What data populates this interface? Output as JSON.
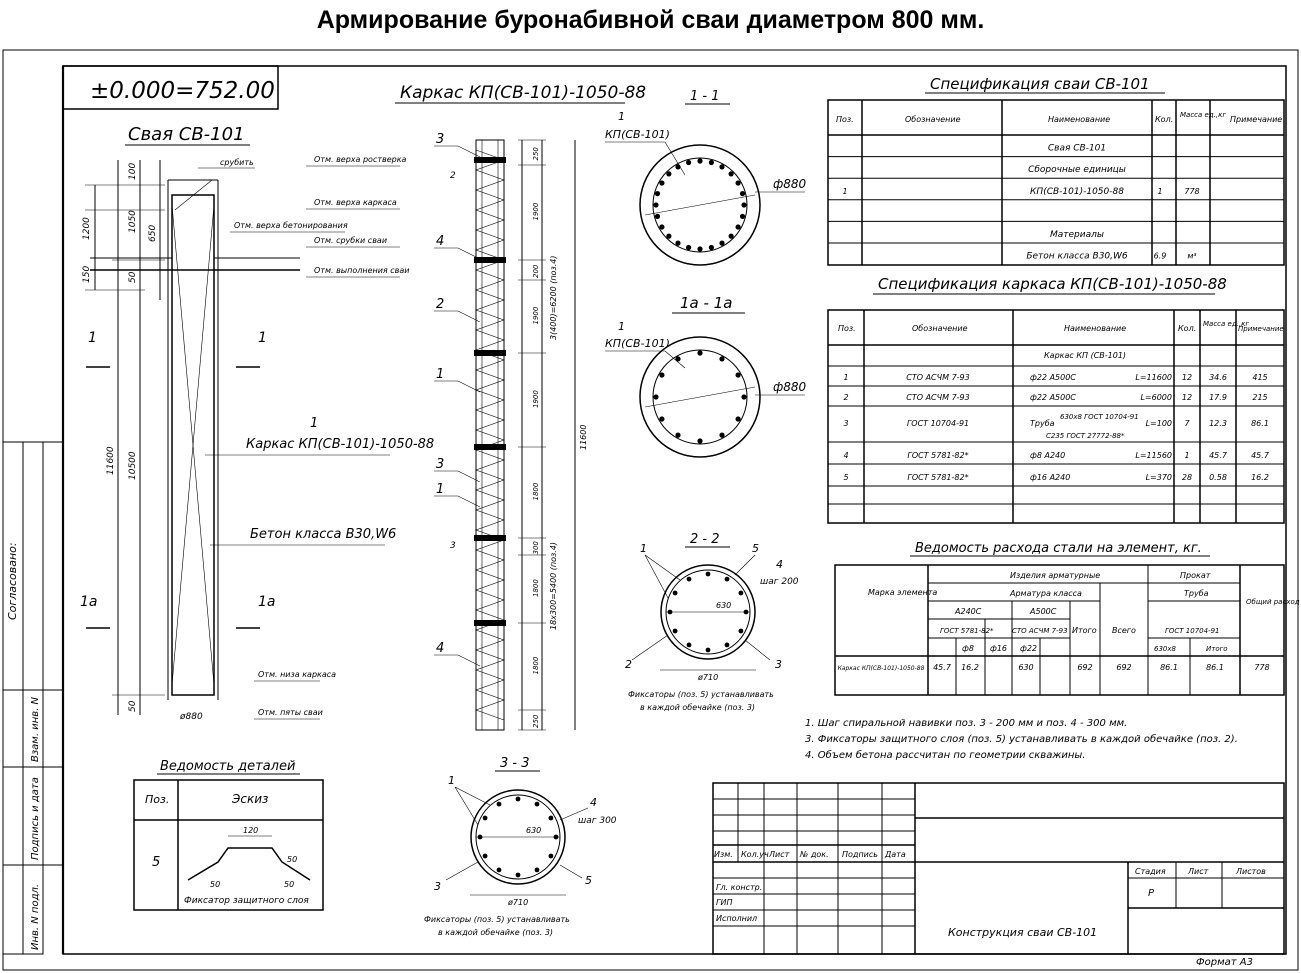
{
  "title": "Армирование буронабивной сваи диаметром 800 мм.",
  "level_mark": "±0.000=752.00",
  "pile": {
    "title": "Свая СВ-101",
    "annotations": [
      "Отм. верха ростверка",
      "Отм. верха каркаса",
      "Отм. верха бетонирования",
      "Отм. срубки сваи",
      "Отм. выполнения сваи",
      "Отм. низа каркаса",
      "Отм. пяты сваи"
    ],
    "top_label": "срубить",
    "dims_outer": [
      "1200",
      "150",
      "11600"
    ],
    "dims_inner": [
      "100",
      "1050",
      "650",
      "50",
      "10500",
      "50"
    ],
    "callout_num": "1",
    "callout_text": "Каркас КП(СВ-101)-1050-88",
    "concrete": "Бетон класса В30,W6",
    "diameter": "ø880",
    "section_marks": [
      "1",
      "1",
      "1а",
      "1а"
    ]
  },
  "cage": {
    "title": "Каркас КП(СВ-101)-1050-88",
    "pos_labels": [
      "3",
      "4",
      "2",
      "1",
      "3",
      "1",
      "4"
    ],
    "section_marks": [
      "2",
      "3"
    ],
    "dims": [
      "250",
      "1900",
      "200",
      "1900",
      "1900",
      "1800",
      "300",
      "1800",
      "1800",
      "250"
    ],
    "long_dims": [
      "3(400)=6200 (поз.4)",
      "18х300=5400 (поз.4)",
      "11600"
    ]
  },
  "sections": {
    "s11": {
      "label": "1 - 1",
      "callout": "КП(СВ-101)",
      "num": "1",
      "dia": "ф880"
    },
    "s1a": {
      "label": "1а - 1а",
      "callout": "КП(СВ-101)",
      "num": "1",
      "dia": "ф880"
    },
    "s22": {
      "label": "2 - 2",
      "nums": [
        "1",
        "5",
        "4",
        "2",
        "3"
      ],
      "step": "шаг 200",
      "dim": "ø710",
      "inner": "630",
      "note1": "Фиксаторы (поз. 5) устанавливать",
      "note2": "в каждой обечайке (поз. 3)"
    },
    "s33": {
      "label": "3 - 3",
      "nums": [
        "1",
        "4",
        "3",
        "5"
      ],
      "step": "шаг 300",
      "dim": "ø710",
      "inner": "630",
      "note1": "Фиксаторы (поз. 5) устанавливать",
      "note2": "в каждой обечайке (поз. 3)"
    }
  },
  "spec_pile": {
    "title": "Спецификация сваи СВ-101",
    "headers": [
      "Поз.",
      "Обозначение",
      "Наименование",
      "Кол.",
      "Масса ед.,кг",
      "Примечание"
    ],
    "rows": [
      [
        "",
        "",
        "Свая СВ-101",
        "",
        "",
        ""
      ],
      [
        "",
        "",
        "Сборочные единицы",
        "",
        "",
        ""
      ],
      [
        "1",
        "",
        "КП(СВ-101)-1050-88",
        "1",
        "778",
        ""
      ],
      [
        "",
        "",
        "",
        "",
        "",
        ""
      ],
      [
        "",
        "",
        "Материалы",
        "",
        "",
        ""
      ],
      [
        "",
        "",
        "Бетон класса В30,W6",
        "6.9",
        "м³",
        ""
      ]
    ]
  },
  "spec_cage": {
    "title": "Спецификация каркаса КП(СВ-101)-1050-88",
    "headers": [
      "Поз.",
      "Обозначение",
      "Наименование",
      "Кол.",
      "Масса ед.,кг",
      "Примечание"
    ],
    "subtitle": "Каркас КП (СВ-101)",
    "rows": [
      [
        "1",
        "СТО АСЧМ 7-93",
        "ф22 А500С",
        "L=11600",
        "12",
        "34.6",
        "415"
      ],
      [
        "2",
        "СТО АСЧМ 7-93",
        "ф22 А500С",
        "L=6000",
        "12",
        "17.9",
        "215"
      ],
      [
        "3",
        "ГОСТ 10704-91",
        "Труба 630х8 ГОСТ 10704-91 / С235 ГОСТ 27772-88*",
        "L=100",
        "7",
        "12.3",
        "86.1"
      ],
      [
        "4",
        "ГОСТ 5781-82*",
        "ф8 А240",
        "L=11560",
        "1",
        "45.7",
        "45.7"
      ],
      [
        "5",
        "ГОСТ 5781-82*",
        "ф16 А240",
        "L=370",
        "28",
        "0.58",
        "16.2"
      ]
    ]
  },
  "steel": {
    "title": "Ведомость расхода стали на элемент, кг.",
    "h_mark": "Марка элемента",
    "h_items": "Изделия арматурные",
    "h_rebar": "Арматура класса",
    "h_a240": "А240С",
    "h_a500": "А500С",
    "h_gost1": "ГОСТ 5781-82*",
    "h_gost2": "СТО АСЧМ 7-93",
    "h_f8": "ф8",
    "h_f16": "ф16",
    "h_f22": "ф22",
    "h_itogo": "Итого",
    "h_vsego": "Всего",
    "h_prokat": "Прокат",
    "h_truba": "Труба",
    "h_gost3": "ГОСТ 10704-91",
    "h_630": "630х8",
    "h_itogo2": "Итого",
    "h_total": "Общий расход стали, кг",
    "row": [
      "Каркас КП(СВ-101)-1050-88",
      "45.7",
      "16.2",
      "630",
      "692",
      "692",
      "86.1",
      "86.1",
      "778"
    ]
  },
  "details": {
    "title": "Ведомость деталей",
    "h_pos": "Поз.",
    "h_sketch": "Эскиз",
    "pos": "5",
    "dim_top": "120",
    "dim_r": "50",
    "dim_l1": "50",
    "dim_l2": "50",
    "caption": "Фиксатор защитного слоя"
  },
  "notes": [
    "1. Шаг спиральной навивки поз. 3 - 200 мм и поз. 4 - 300 мм.",
    "3. Фиксаторы защитного слоя (поз. 5) устанавливать в каждой обечайке (поз. 2).",
    "4. Объем бетона рассчитан по геометрии скважины."
  ],
  "stamp": {
    "cols": [
      "Изм.",
      "Кол.уч",
      "Лист",
      "№ док.",
      "Подпись",
      "Дата"
    ],
    "roles": [
      "Гл. констр.",
      "ГИП",
      "Исполнил"
    ],
    "stage_h": "Стадия",
    "sheet_h": "Лист",
    "sheets_h": "Листов",
    "stage": "Р",
    "name": "Конструкция сваи СВ-101",
    "format": "Формат А3"
  },
  "side": {
    "agreed": "Согласовано:",
    "inv_zam": "Взам. инв. N",
    "sign_date": "Подпись и дата",
    "inv_podl": "Инв. N подл."
  }
}
